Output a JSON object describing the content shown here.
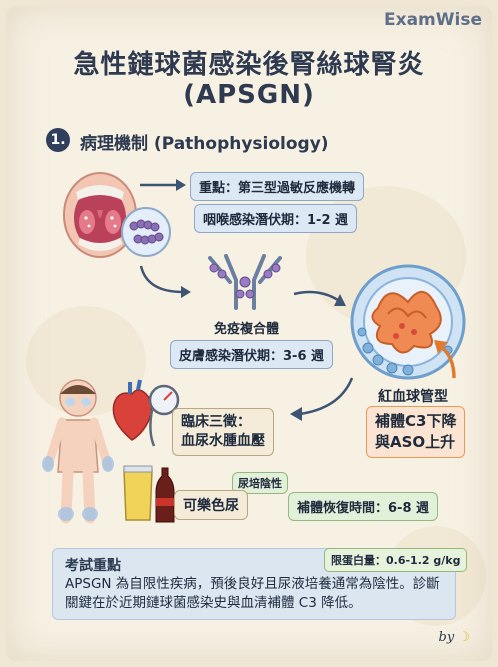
{
  "brand": "ExamWise",
  "title": {
    "line1": "急性鏈球菌感染後腎絲球腎炎",
    "line2": "(APSGN)"
  },
  "section": {
    "number": "1.",
    "title": "病理機制 (Pathophysiology)"
  },
  "chips": {
    "key_point": "重點：第三型過敏反應機轉",
    "pharyngeal_latency": "咽喉感染潛伏期：1-2 週",
    "immune_complex": "免疫複合體",
    "skin_latency": "皮膚感染潛伏期：3-6 週",
    "rbc_cast": "紅血球管型",
    "complement": [
      "補體C3下降",
      "與ASO上升"
    ],
    "triad": [
      "臨床三徵：",
      "血尿水腫血壓"
    ],
    "culture_negative": "尿培陰性",
    "cola_urine": "可樂色尿",
    "recovery": "補體恢復時間：6-8 週"
  },
  "exam": {
    "title": "考試重點",
    "protein": "限蛋白量：0.6-1.2 g/kg",
    "body": "APSGN 為自限性疾病，預後良好且尿液培養通常為陰性。診斷關鍵在於近期鏈球菌感染史與血清補體 C3 降低。"
  },
  "signature": "by",
  "colors": {
    "navy": "#2d3a4f",
    "blue_chip": "#dde8f5",
    "green_chip": "#e3f0d9",
    "orange": "#e07a2e",
    "kidney_blue": "#7fb1db"
  }
}
